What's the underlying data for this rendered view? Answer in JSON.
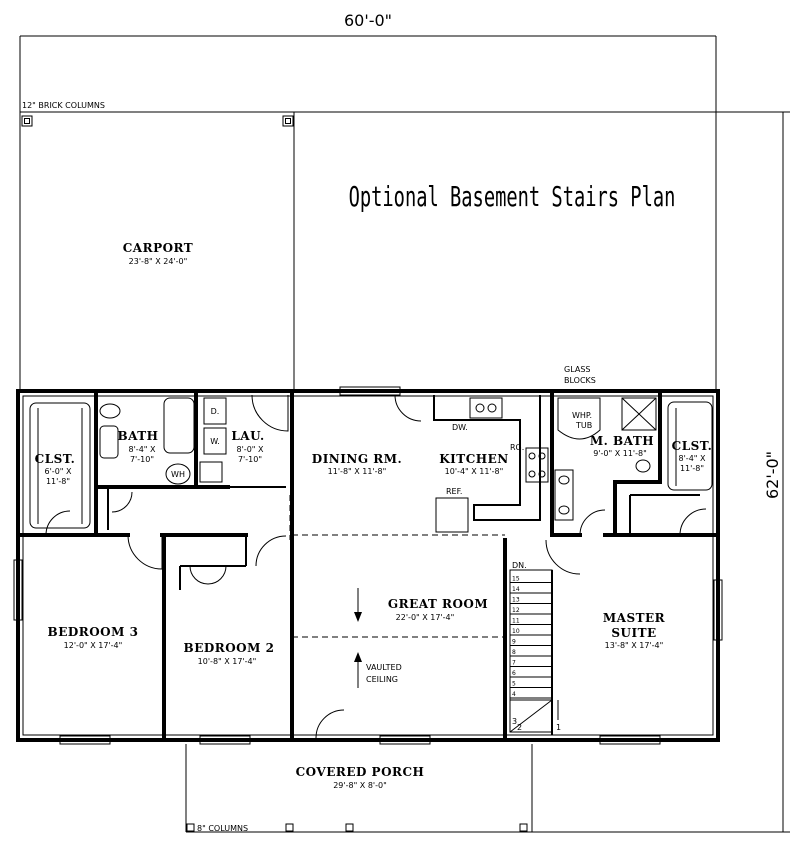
{
  "dimensions": {
    "width": "60'-0\"",
    "depth": "62'-0\""
  },
  "notes": {
    "brick_columns": "12\" BRICK COLUMNS",
    "columns": "8\" COLUMNS",
    "glass_blocks_1": "GLASS",
    "glass_blocks_2": "BLOCKS",
    "optional_stairs": "Optional Basement Stairs Plan",
    "vaulted_1": "VAULTED",
    "vaulted_2": "CEILING",
    "stair_down": "DN."
  },
  "rooms": {
    "carport": {
      "name": "CARPORT",
      "size": "23'-8\" X 24'-0\""
    },
    "clst_left": {
      "name": "CLST.",
      "size_1": "6'-0\" X",
      "size_2": "11'-8\""
    },
    "bath": {
      "name": "BATH",
      "size_1": "8'-4\" X",
      "size_2": "7'-10\""
    },
    "lau": {
      "name": "LAU.",
      "size_1": "8'-0\" X",
      "size_2": "7'-10\""
    },
    "dining": {
      "name": "DINING RM.",
      "size": "11'-8\" X 11'-8\""
    },
    "kitchen": {
      "name": "KITCHEN",
      "size": "10'-4\" X 11'-8\""
    },
    "m_bath": {
      "name": "M. BATH",
      "size": "9'-0\" X 11'-8\""
    },
    "clst_right": {
      "name": "CLST.",
      "size_1": "8'-4\" X",
      "size_2": "11'-8\""
    },
    "great_room": {
      "name": "GREAT ROOM",
      "size": "22'-0\" X 17'-4\""
    },
    "bedroom3": {
      "name": "BEDROOM 3",
      "size": "12'-0\" X 17'-4\""
    },
    "bedroom2": {
      "name": "BEDROOM 2",
      "size": "10'-8\" X 17'-4\""
    },
    "master_1": {
      "name": "MASTER"
    },
    "master_2": {
      "name": "SUITE",
      "size": "13'-8\" X 17'-4\""
    },
    "porch": {
      "name": "COVERED PORCH",
      "size": "29'-8\" X 8'-0\""
    }
  },
  "fixtures": {
    "dw": "DW.",
    "rg": "RG.",
    "ref": "REF.",
    "whp_1": "WHP.",
    "whp_2": "TUB",
    "dryer": "D.",
    "washer": "W.",
    "wh": "WH"
  },
  "stairs": {
    "steps": [
      "15",
      "14",
      "13",
      "12",
      "11",
      "10",
      "9",
      "8",
      "7",
      "6",
      "5",
      "4"
    ],
    "landing": "3",
    "landing_2": "2",
    "landing_1": "1"
  }
}
